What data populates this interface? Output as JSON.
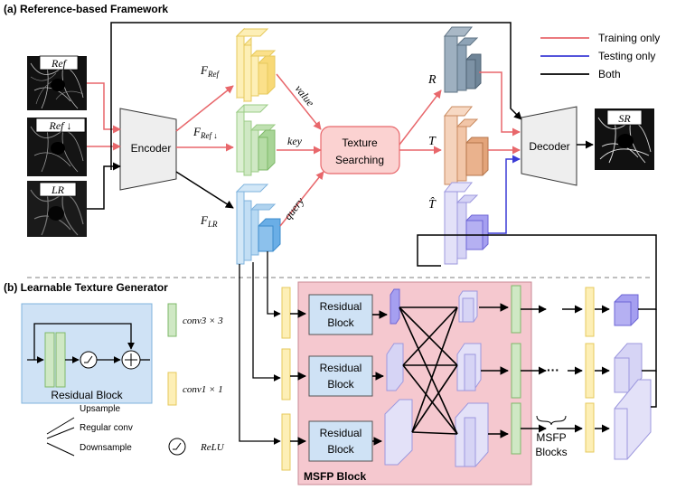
{
  "section_a": {
    "title": "(a) Reference-based Framework"
  },
  "section_b": {
    "title": "(b) Learnable Texture Generator"
  },
  "inputs": {
    "ref": "Ref",
    "ref_down": "Ref ↓",
    "lr": "LR"
  },
  "encoder": {
    "label": "Encoder"
  },
  "features": {
    "f_ref": "F",
    "f_ref_sub": "Ref",
    "f_ref_down": "F",
    "f_ref_down_sub": "Ref ↓",
    "f_lr": "F",
    "f_lr_sub": "LR"
  },
  "edges": {
    "value": "value",
    "key": "key",
    "query": "query"
  },
  "texture": {
    "line1": "Texture",
    "line2": "Searching"
  },
  "outputs": {
    "r": "R",
    "t": "T",
    "t_hat": "T̂"
  },
  "decoder": {
    "label": "Decoder"
  },
  "sr": {
    "label": "SR"
  },
  "legend_main": {
    "training": "Training only",
    "testing": "Testing only",
    "both": "Both"
  },
  "colors": {
    "training": "#e8676b",
    "testing": "#3b3bd6",
    "both": "#000000",
    "yellow": "#fdefb6",
    "green": "#cfe8c4",
    "blue": "#b7d9f3",
    "slate": "#8ea3b6",
    "orange": "#f2c6a8",
    "lavender": "#d6d4f5",
    "msfp_bg": "#f5c8cf",
    "resblock": "#cfe2f5"
  },
  "residual_block": {
    "line1": "Residual",
    "line2": "Block",
    "caption": "Residual Block"
  },
  "conv_legend": {
    "conv3": "conv3 × 3",
    "conv1": "conv1 × 1",
    "relu": "ReLU"
  },
  "line_legend": {
    "upsample": "Upsample",
    "regular": "Regular conv",
    "downsample": "Downsample"
  },
  "msfp": {
    "label": "MSFP Block",
    "blocks_line1": "MSFP",
    "blocks_line2": "Blocks",
    "ellipsis": "···"
  }
}
